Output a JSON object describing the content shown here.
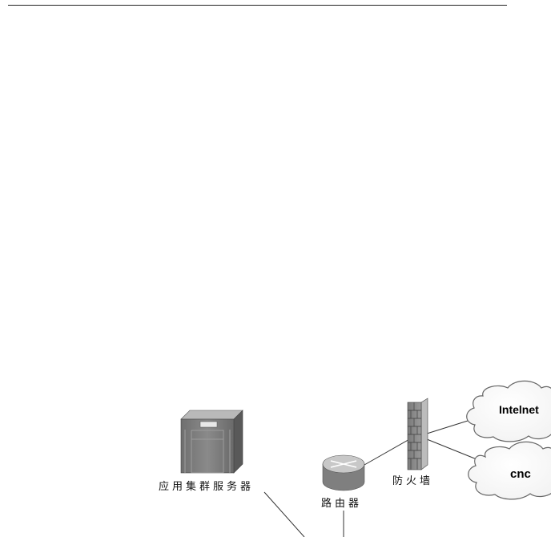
{
  "diagram": {
    "server_label": "应用集群服务器",
    "router_label": "路由器",
    "firewall_label": "防火墙",
    "cloud_internet_label": "Intelnet",
    "cloud_cnc_label": "cnc"
  }
}
